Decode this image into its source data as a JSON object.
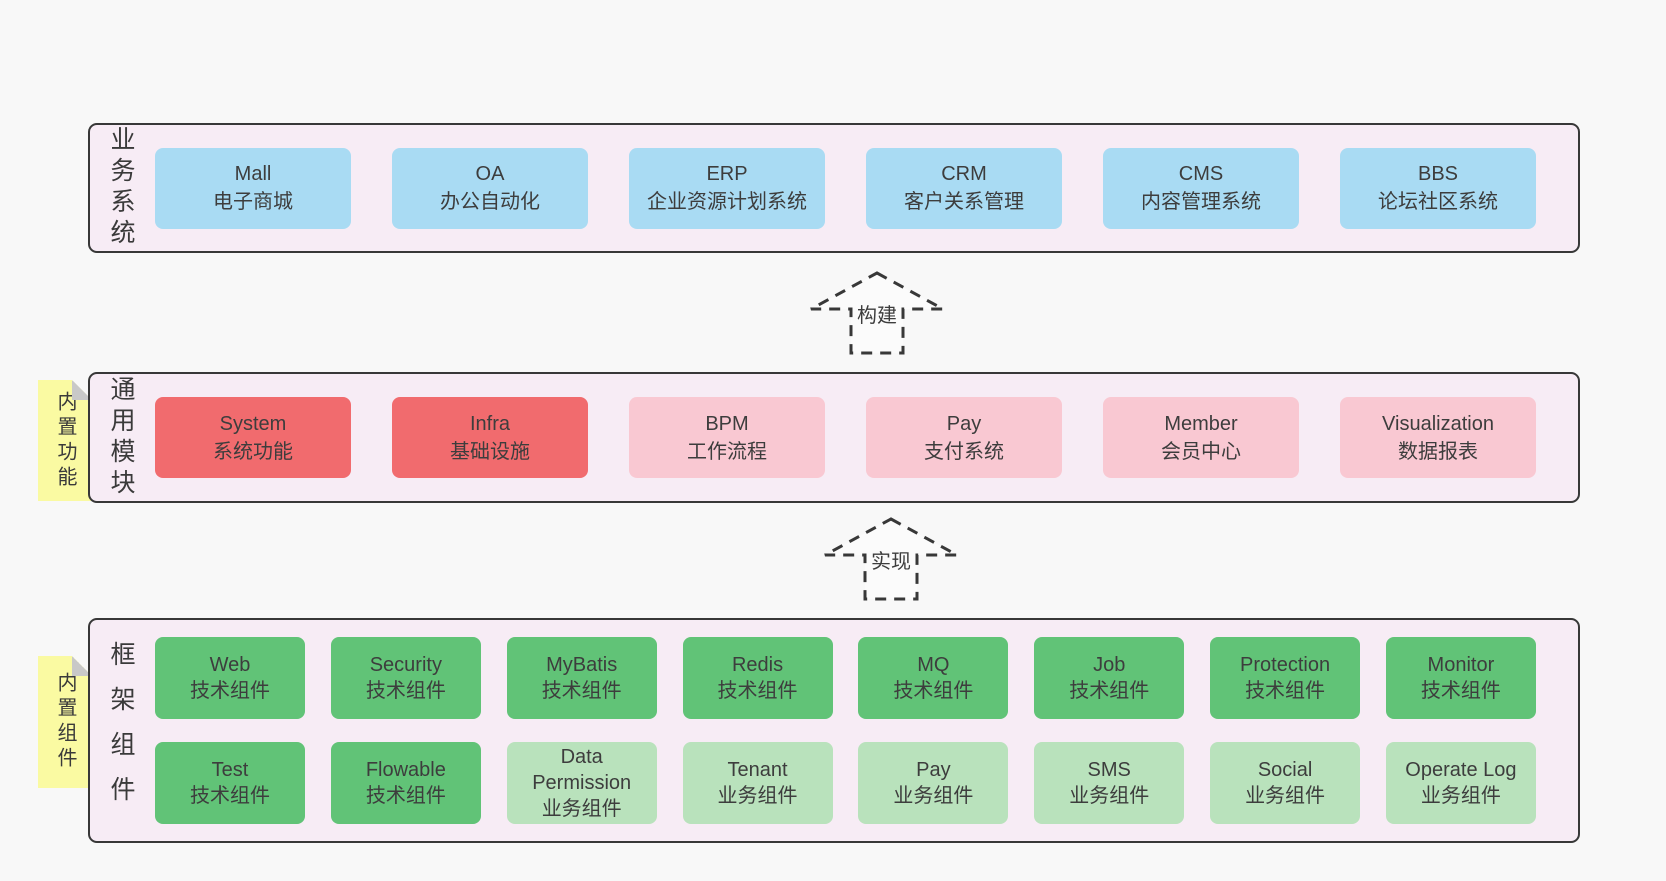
{
  "sections": {
    "business": {
      "label": "业务系统",
      "boxes": [
        {
          "name": "Mall",
          "subtitle": "电子商城"
        },
        {
          "name": "OA",
          "subtitle": "办公自动化"
        },
        {
          "name": "ERP",
          "subtitle": "企业资源计划系统"
        },
        {
          "name": "CRM",
          "subtitle": "客户关系管理"
        },
        {
          "name": "CMS",
          "subtitle": "内容管理系统"
        },
        {
          "name": "BBS",
          "subtitle": "论坛社区系统"
        }
      ]
    },
    "modules": {
      "label": "通用模块",
      "tag": "内置功能",
      "boxes": [
        {
          "name": "System",
          "subtitle": "系统功能",
          "emphasis": true
        },
        {
          "name": "Infra",
          "subtitle": "基础设施",
          "emphasis": true
        },
        {
          "name": "BPM",
          "subtitle": "工作流程",
          "emphasis": false
        },
        {
          "name": "Pay",
          "subtitle": "支付系统",
          "emphasis": false
        },
        {
          "name": "Member",
          "subtitle": "会员中心",
          "emphasis": false
        },
        {
          "name": "Visualization",
          "subtitle": "数据报表",
          "emphasis": false
        }
      ]
    },
    "components": {
      "label": "框架组件",
      "tag": "内置组件",
      "row1": [
        {
          "name": "Web",
          "subtitle": "技术组件"
        },
        {
          "name": "Security",
          "subtitle": "技术组件"
        },
        {
          "name": "MyBatis",
          "subtitle": "技术组件"
        },
        {
          "name": "Redis",
          "subtitle": "技术组件"
        },
        {
          "name": "MQ",
          "subtitle": "技术组件"
        },
        {
          "name": "Job",
          "subtitle": "技术组件"
        },
        {
          "name": "Protection",
          "subtitle": "技术组件"
        },
        {
          "name": "Monitor",
          "subtitle": "技术组件"
        }
      ],
      "row2": [
        {
          "name": "Test",
          "subtitle": "技术组件",
          "emphasis": true
        },
        {
          "name": "Flowable",
          "subtitle": "技术组件",
          "emphasis": true
        },
        {
          "name": "Data Permission",
          "subtitle": "业务组件",
          "emphasis": false
        },
        {
          "name": "Tenant",
          "subtitle": "业务组件",
          "emphasis": false
        },
        {
          "name": "Pay",
          "subtitle": "业务组件",
          "emphasis": false
        },
        {
          "name": "SMS",
          "subtitle": "业务组件",
          "emphasis": false
        },
        {
          "name": "Social",
          "subtitle": "业务组件",
          "emphasis": false
        },
        {
          "name": "Operate Log",
          "subtitle": "业务组件",
          "emphasis": false
        }
      ]
    }
  },
  "arrows": {
    "build": "构建",
    "implement": "实现"
  },
  "colors": {
    "page_bg": "#f8f8f8",
    "section_bg": "#f7ecf5",
    "section_border": "#383838",
    "business_box_blue": "#a9dbf3",
    "module_core_red": "#f16b6e",
    "module_pink": "#f9c8d2",
    "tech_green": "#61c377",
    "biz_green_light": "#b9e2bc",
    "tag_yellow": "#fafaa2",
    "fold_gray": "#c8c8c8",
    "text": "#3d3d3d"
  }
}
